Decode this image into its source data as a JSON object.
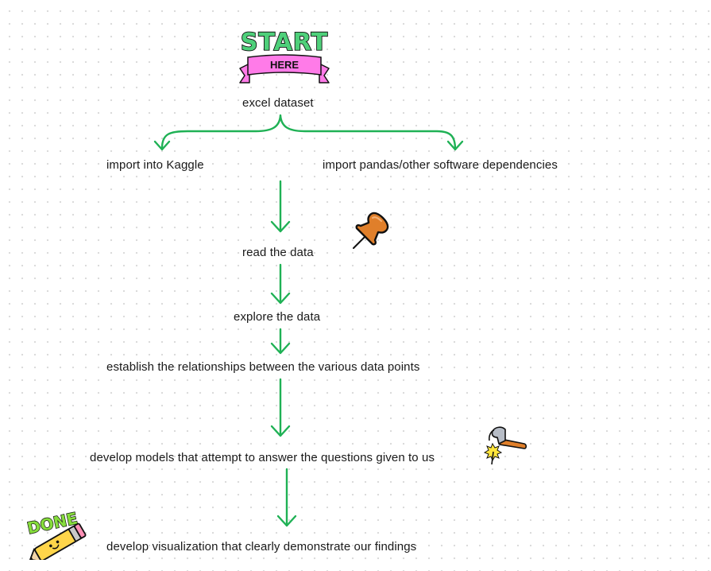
{
  "stickers": {
    "start": {
      "title": "START",
      "banner": "HERE"
    },
    "done": {
      "title": "DONE"
    }
  },
  "nodes": [
    {
      "id": "excel-dataset",
      "label": "excel dataset"
    },
    {
      "id": "import-kaggle",
      "label": "import into Kaggle"
    },
    {
      "id": "import-pandas",
      "label": "import pandas/other software dependencies"
    },
    {
      "id": "read-data",
      "label": "read the data"
    },
    {
      "id": "explore-data",
      "label": "explore the data"
    },
    {
      "id": "establish-relationships",
      "label": "establish the relationships between the various data points"
    },
    {
      "id": "develop-models",
      "label": "develop models that attempt to answer the questions given to us"
    },
    {
      "id": "develop-visualization",
      "label": "develop visualization that clearly demonstrate our findings"
    }
  ],
  "colors": {
    "arrow": "#1fb155",
    "text": "#1a1a1a",
    "start_green": "#4ed07a",
    "banner_pink": "#ff7be8",
    "pin_orange": "#e07f2a",
    "done_green": "#86dd3c",
    "pencil_yellow": "#ffd54a"
  },
  "icons": {
    "start": "start-here-sticker-icon",
    "pin": "pushpin-icon",
    "hammer": "hammer-icon",
    "done": "done-pencil-sticker-icon"
  }
}
